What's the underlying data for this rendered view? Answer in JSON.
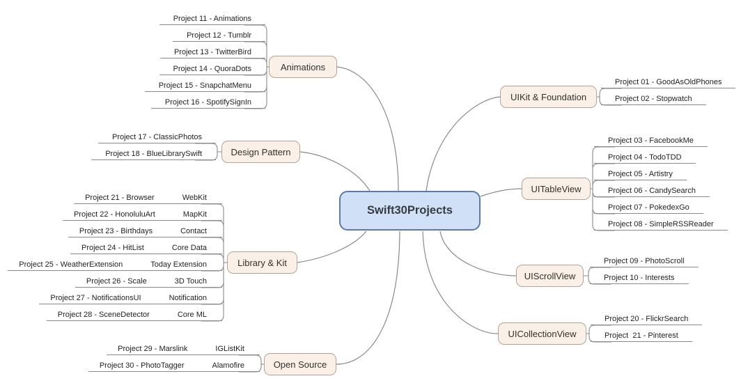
{
  "root": {
    "label": "Swift30Projects"
  },
  "branches": [
    {
      "label": "Animations",
      "side": "left",
      "leaves": [
        {
          "label": "Project 11 - Animations"
        },
        {
          "label": "Project 12 - Tumblr"
        },
        {
          "label": "Project 13 - TwitterBird"
        },
        {
          "label": "Project 14 - QuoraDots"
        },
        {
          "label": "Project 15 - SnapchatMenu"
        },
        {
          "label": "Project 16 - SpotifySignIn"
        }
      ]
    },
    {
      "label": "Design Pattern",
      "side": "left",
      "leaves": [
        {
          "label": "Project 17 - ClassicPhotos"
        },
        {
          "label": "Project 18 - BlueLibrarySwift"
        }
      ]
    },
    {
      "label": "Library & Kit",
      "side": "left",
      "leaves": [
        {
          "label": "Project 21 - Browser",
          "framework": "WebKit"
        },
        {
          "label": "Project 22 - HonoluluArt",
          "framework": "MapKit"
        },
        {
          "label": "Project 23 - Birthdays",
          "framework": "Contact"
        },
        {
          "label": "Project 24 - HitList",
          "framework": "Core Data"
        },
        {
          "label": "Project 25 - WeatherExtension",
          "framework": "Today Extension"
        },
        {
          "label": "Project 26 - Scale",
          "framework": "3D Touch"
        },
        {
          "label": "Project 27 - NotificationsUI",
          "framework": "Notification"
        },
        {
          "label": "Project 28 - SceneDetector",
          "framework": "Core ML"
        }
      ]
    },
    {
      "label": "Open Source",
      "side": "left",
      "leaves": [
        {
          "label": "Project 29 - Marslink",
          "framework": "IGListKit"
        },
        {
          "label": "Project 30 - PhotoTagger",
          "framework": "Alamofire"
        }
      ]
    },
    {
      "label": "UIKit & Foundation",
      "side": "right",
      "leaves": [
        {
          "label": "Project 01 - GoodAsOldPhones"
        },
        {
          "label": "Project 02 - Stopwatch"
        }
      ]
    },
    {
      "label": "UITableView",
      "side": "right",
      "leaves": [
        {
          "label": "Project 03 - FacebookMe"
        },
        {
          "label": "Project 04 - TodoTDD"
        },
        {
          "label": "Project 05 - Artistry"
        },
        {
          "label": "Project 06 - CandySearch"
        },
        {
          "label": "Project 07 - PokedexGo"
        },
        {
          "label": "Project 08 - SimpleRSSReader"
        }
      ]
    },
    {
      "label": "UIScrollView",
      "side": "right",
      "leaves": [
        {
          "label": "Project 09 - PhotoScroll"
        },
        {
          "label": "Project 10 - Interests"
        }
      ]
    },
    {
      "label": "UICollectionView",
      "side": "right",
      "leaves": [
        {
          "label": "Project 20 - FlickrSearch"
        },
        {
          "label": "Project  21 - Pinterest"
        }
      ]
    }
  ],
  "colors": {
    "root_fill": "#d0e1f7",
    "root_border": "#5a7ca9",
    "root_text": "#363b42",
    "branch_fill": "#fbf0e7",
    "branch_border": "#b3a394",
    "branch_text": "#33302c",
    "line": "#8a8a8a",
    "underline": "#8c8a85",
    "leaf_text": "#1f1f1f",
    "canvas_bg": "#ffffff"
  }
}
